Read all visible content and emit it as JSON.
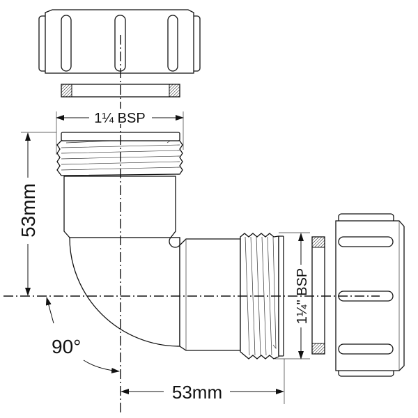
{
  "labels": {
    "top_bsp": "1¼ BSP",
    "side_bsp": "1¼\" BSP",
    "vertical_dim": "53mm",
    "horizontal_dim": "53mm",
    "angle": "90°"
  },
  "colors": {
    "line": "#111111",
    "background": "#ffffff"
  }
}
